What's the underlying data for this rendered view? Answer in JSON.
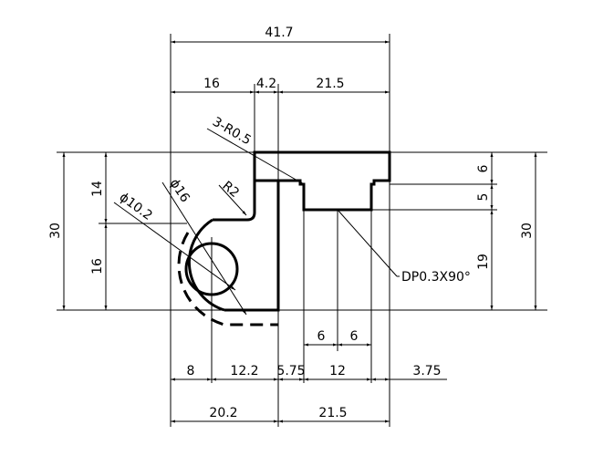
{
  "dimensions": {
    "overall_width": "41.7",
    "top_left_segment": "16",
    "top_mid_segment": "4.2",
    "top_right_segment": "21.5",
    "fillet_callout": "3-R0.5",
    "hole_diameter": "ϕ10.2",
    "arc_diameter": "ϕ16",
    "corner_radius": "R2",
    "left_height_total": "30",
    "left_upper": "14",
    "left_lower": "16",
    "right_height_total": "30",
    "right_top_step": "6",
    "right_second_step": "5",
    "right_lower": "19",
    "groove_note": "DP0.3X90°",
    "slot_left_half": "6",
    "slot_right_half": "6",
    "bottom_row1_a": "8",
    "bottom_row1_b": "12.2",
    "bottom_row1_c": "5.75",
    "bottom_row1_d": "12",
    "bottom_row1_e": "3.75",
    "bottom_row2_left": "20.2",
    "bottom_row2_right": "21.5"
  }
}
